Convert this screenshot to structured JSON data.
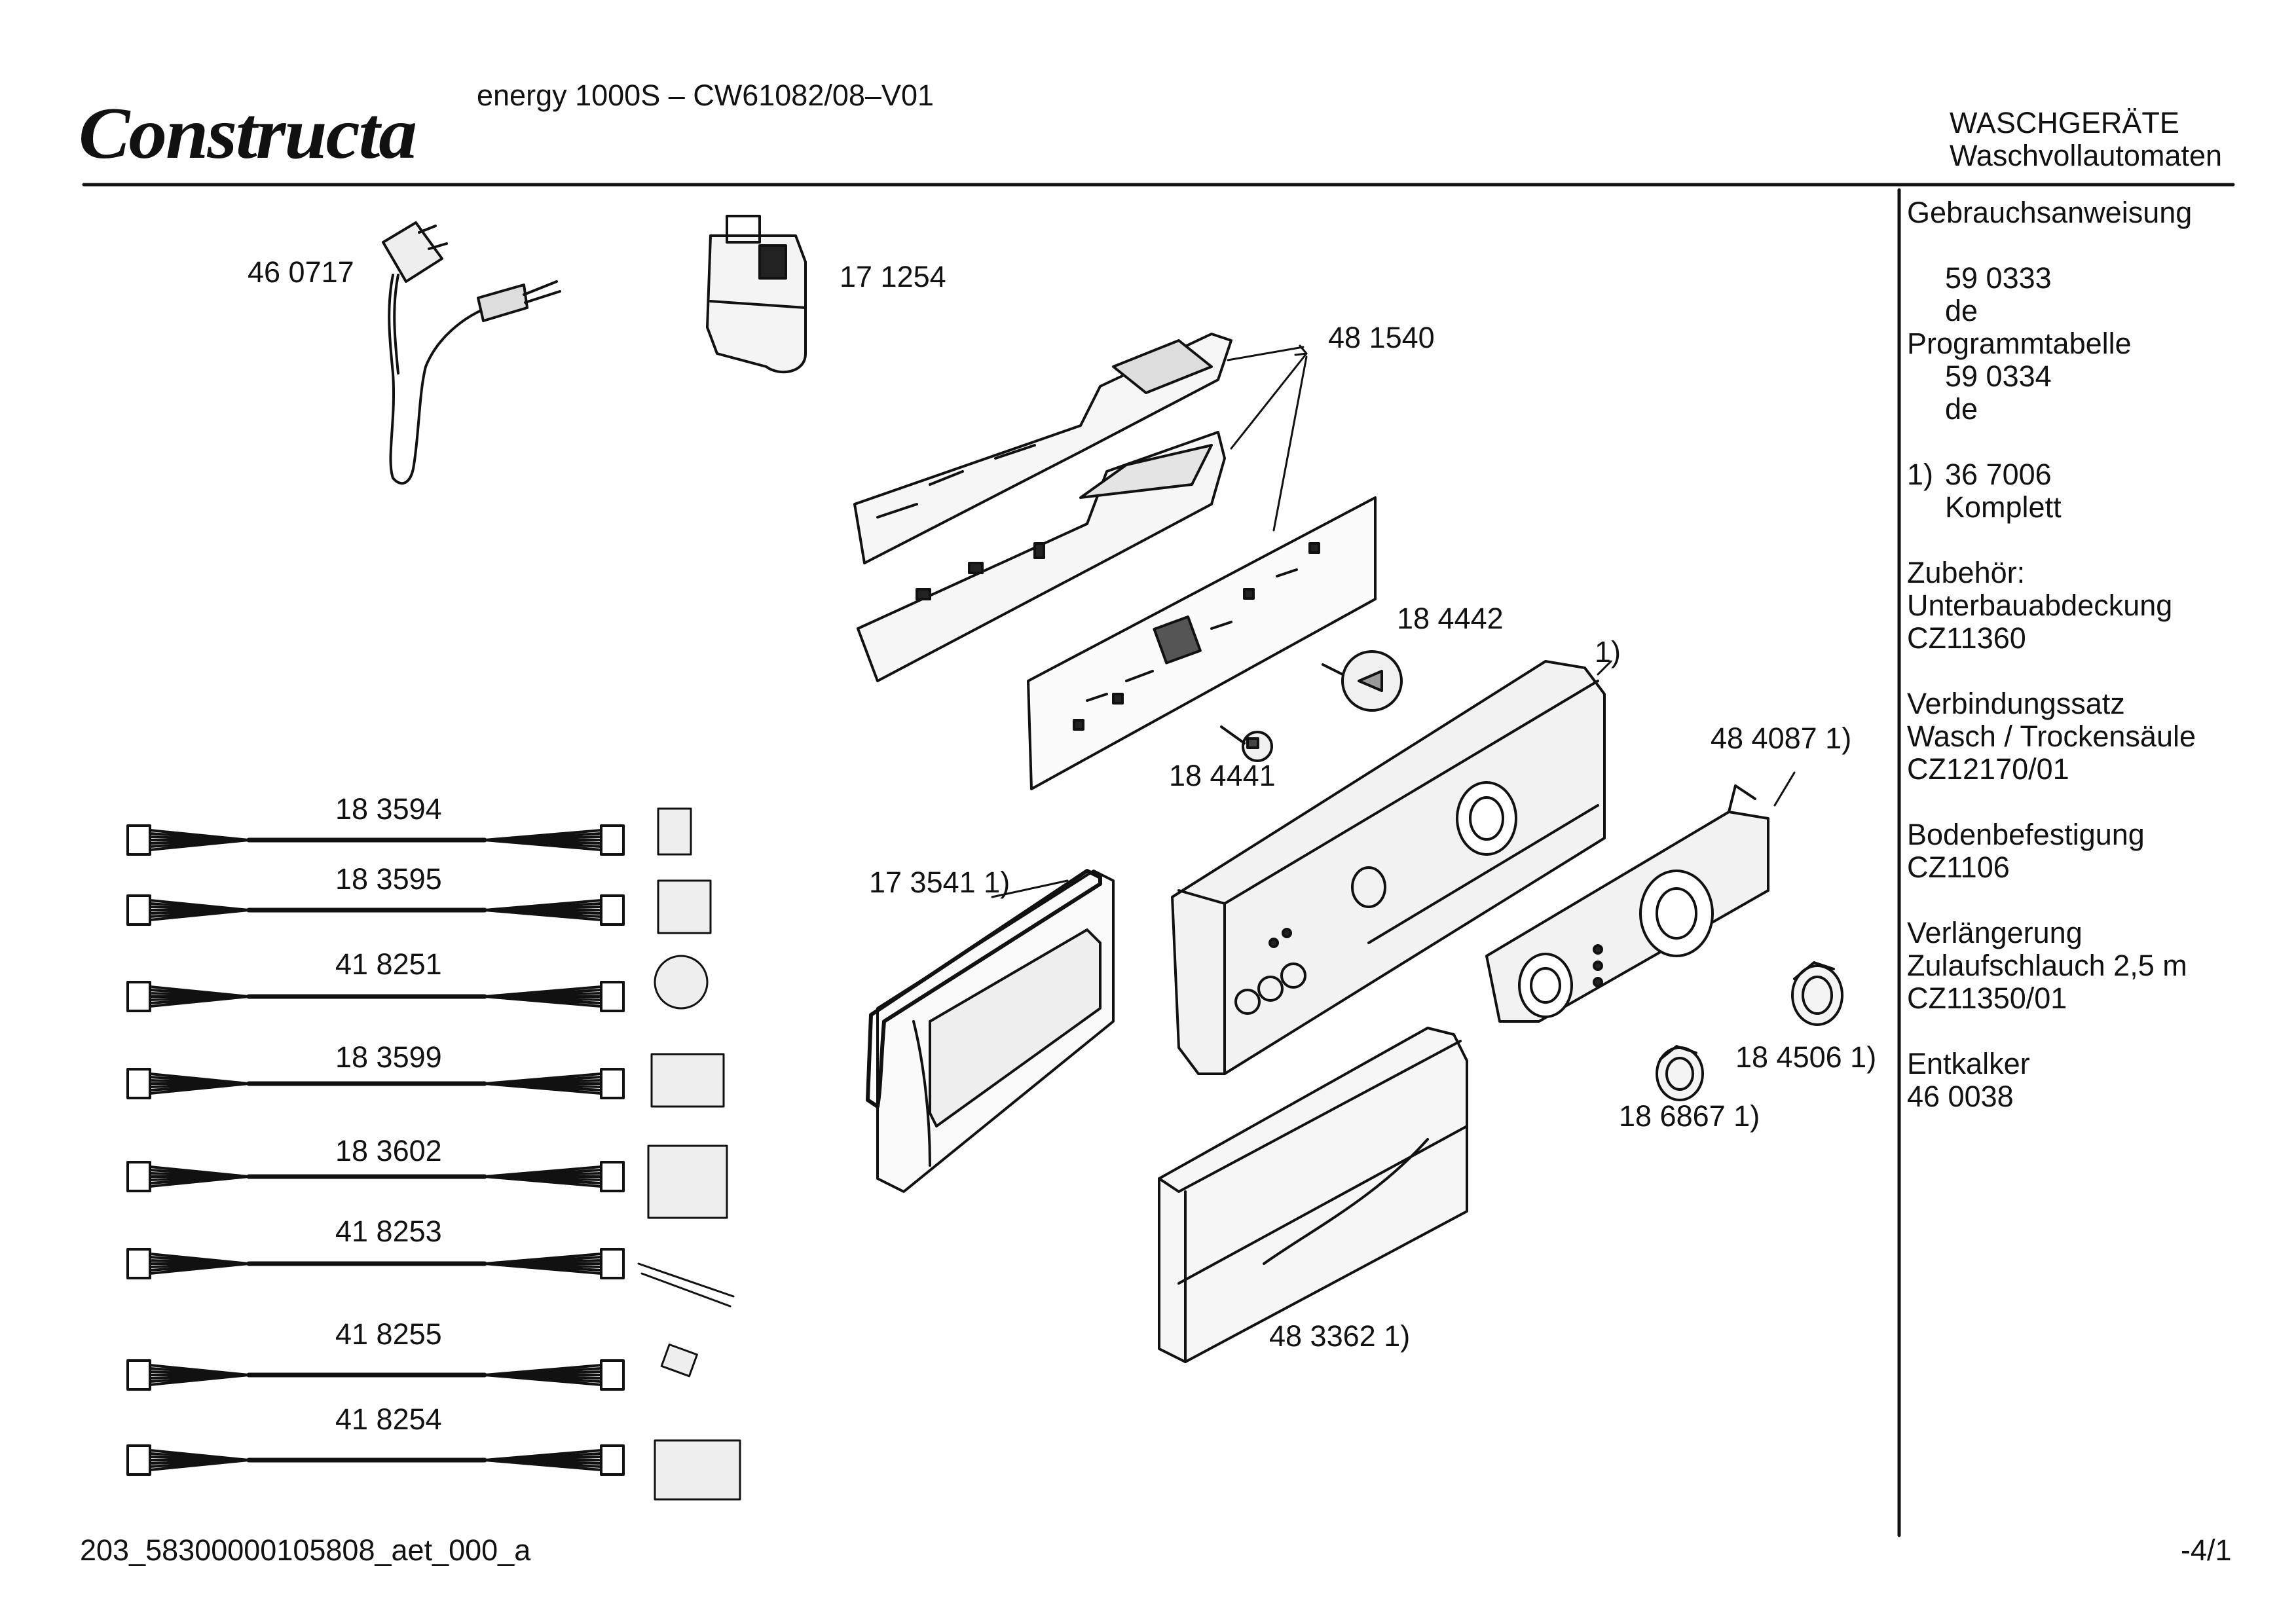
{
  "header": {
    "brand": "Constructa",
    "model": "energy 1000S – CW61082/08–V01",
    "category": "WASCHGERÄTE",
    "subcategory": "Waschvollautomaten"
  },
  "parts": {
    "p460717": "46 0717",
    "p171254": "17 1254",
    "p481540": "48 1540",
    "p184442": "18 4442",
    "p1": "1)",
    "p184441": "18 4441",
    "p484087": "48 4087 1)",
    "p173541": "17 3541 1)",
    "p184506": "18 4506 1)",
    "p186867": "18 6867 1)",
    "p483362": "48 3362 1)"
  },
  "cables": [
    {
      "label": "18 3594"
    },
    {
      "label": "18 3595"
    },
    {
      "label": "41 8251"
    },
    {
      "label": "18 3599"
    },
    {
      "label": "18 3602"
    },
    {
      "label": "41 8253"
    },
    {
      "label": "41 8255"
    },
    {
      "label": "41 8254"
    }
  ],
  "sidebar": {
    "lines": [
      "Gebrauchsanweisung",
      "59 0333",
      "de",
      "Programmtabelle",
      "59 0334",
      "de",
      "1)",
      "36 7006",
      "Komplett",
      "Zubehör:",
      "Unterbauabdeckung",
      "CZ11360",
      "Verbindungssatz",
      "Wasch / Trockensäule",
      "CZ12170/01",
      "Bodenbefestigung",
      "CZ1106",
      "Verlängerung",
      "Zulaufschlauch 2,5 m",
      "CZ11350/01",
      "Entkalker",
      "46 0038"
    ]
  },
  "footer": {
    "doc_id": "203_58300000105808_aet_000_a",
    "page": "-4/1"
  }
}
